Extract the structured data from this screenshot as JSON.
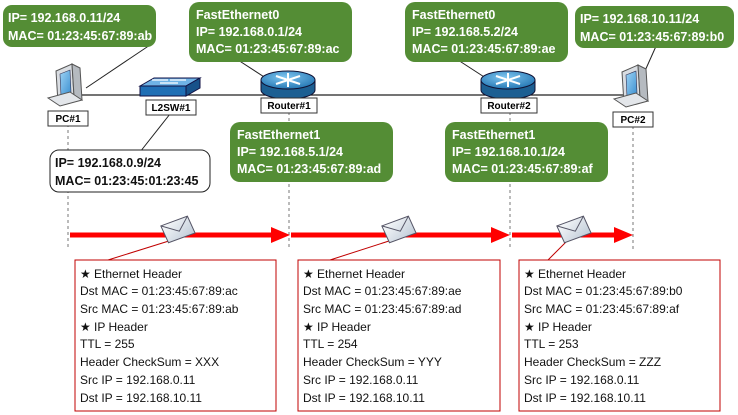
{
  "colors": {
    "callout_green": "#548d35",
    "arrow_red": "#ff0000",
    "packet_border": "#c00000",
    "router_blue": "#2e8bc8",
    "switch_blue": "#1f6fb5"
  },
  "devices": {
    "pc1": {
      "label": "PC#1",
      "icon": "pc-icon"
    },
    "switch": {
      "label": "L2SW#1",
      "icon": "switch-icon"
    },
    "router1": {
      "label": "Router#1",
      "icon": "router-icon"
    },
    "router2": {
      "label": "Router#2",
      "icon": "router-icon"
    },
    "pc2": {
      "label": "PC#2",
      "icon": "pc-icon"
    }
  },
  "callouts": {
    "pc1": [
      "IP= 192.168.0.11/24",
      "MAC= 01:23:45:67:89:ab"
    ],
    "r1_fe0": [
      "FastEthernet0",
      "IP= 192.168.0.1/24",
      "MAC= 01:23:45:67:89:ac"
    ],
    "r2_fe0": [
      "FastEthernet0",
      "IP= 192.168.5.2/24",
      "MAC= 01:23:45:67:89:ae"
    ],
    "pc2": [
      "IP= 192.168.10.11/24",
      "MAC= 01:23:45:67:89:b0"
    ],
    "r1_fe1": [
      "FastEthernet1",
      "IP= 192.168.5.1/24",
      "MAC= 01:23:45:67:89:ad"
    ],
    "r2_fe1": [
      "FastEthernet1",
      "IP= 192.168.10.1/24",
      "MAC= 01:23:45:67:89:af"
    ],
    "switch": [
      "IP= 192.168.0.9/24",
      "MAC= 01:23:45:01:23:45"
    ]
  },
  "packets": {
    "p1": {
      "ethernet_header": "Ethernet Header",
      "dst_mac": "Dst MAC = 01:23:45:67:89:ac",
      "src_mac": "Src MAC = 01:23:45:67:89:ab",
      "ip_header": "IP Header",
      "ttl": "TTL = 255",
      "checksum": "Header CheckSum = XXX",
      "src_ip": "Src IP = 192.168.0.11",
      "dst_ip": "Dst IP = 192.168.10.11"
    },
    "p2": {
      "ethernet_header": "Ethernet Header",
      "dst_mac": "Dst MAC = 01:23:45:67:89:ae",
      "src_mac": "Src MAC = 01:23:45:67:89:ad",
      "ip_header": "IP Header",
      "ttl": "TTL = 254",
      "checksum": "Header CheckSum = YYY",
      "src_ip": "Src IP = 192.168.0.11",
      "dst_ip": "Dst IP = 192.168.10.11"
    },
    "p3": {
      "ethernet_header": "Ethernet Header",
      "dst_mac": "Dst MAC = 01:23:45:67:89:b0",
      "src_mac": "Src MAC = 01:23:45:67:89:af",
      "ip_header": "IP Header",
      "ttl": "TTL = 253",
      "checksum": "Header CheckSum = ZZZ",
      "src_ip": "Src IP = 192.168.0.11",
      "dst_ip": "Dst IP = 192.168.10.11"
    }
  },
  "star_glyph": "★"
}
